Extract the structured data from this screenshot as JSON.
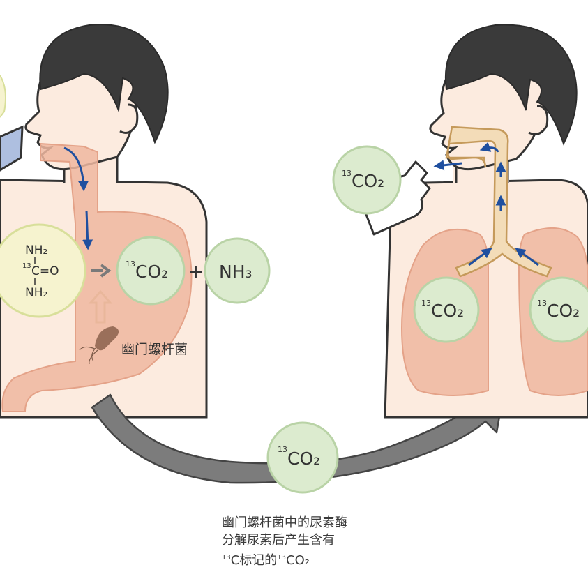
{
  "colors": {
    "skin": "#fcebdf",
    "outline": "#333333",
    "hair": "#3a3a3a",
    "organ": "#efb7a0",
    "bubble_fill": "#dcebcf",
    "bubble_stroke": "#b9d3a6",
    "urea_fill": "#f6f3cf",
    "urea_stroke": "#d8df9a",
    "airway": "#f3dcb8",
    "airway_stroke": "#c59a5b",
    "flow_arrow": "#1f4f9f",
    "big_arrow": "#7c7c7c",
    "reaction_arrow": "#7a7a7a",
    "up_arrow": "#e9b79b",
    "bacterium": "#9a6f5a"
  },
  "left_figure": {
    "urea": {
      "nh2_top": "NH₂",
      "c_mass": "13",
      "c_eq_o": "C=O",
      "nh2_bottom": "NH₂"
    },
    "product_co2": {
      "mass": "13",
      "formula": "CO₂"
    },
    "plus": "+",
    "ammonia": "NH₃",
    "bacterium_label": "幽门螺杆菌"
  },
  "middle": {
    "bubble": {
      "mass": "13",
      "formula": "CO₂"
    }
  },
  "right_figure": {
    "bag_co2": {
      "mass": "13",
      "formula": "CO₂"
    },
    "left_lung_co2": {
      "mass": "13",
      "formula": "CO₂"
    },
    "right_lung_co2": {
      "mass": "13",
      "formula": "CO₂"
    }
  },
  "caption": {
    "line1": "幽门螺杆菌中的尿素酶",
    "line2": "分解尿素后产生含有",
    "line3_mass1": "13",
    "line3_mid": "C标记的",
    "line3_mass2": "13",
    "line3_end": "CO₂"
  }
}
